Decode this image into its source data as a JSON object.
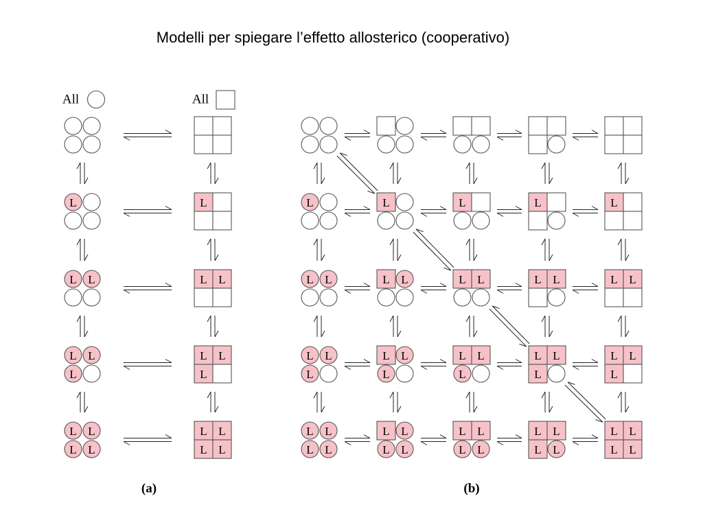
{
  "title": "Modelli per spiegare l’effetto allosterico (cooperativo)",
  "ligand_label": "L",
  "legend": {
    "circle_label": "All",
    "square_label": "All"
  },
  "panel_labels": {
    "a": "(a)",
    "b": "(b)"
  },
  "colors": {
    "bound_fill": "#f6c2c8",
    "stroke": "#555555"
  },
  "panel_a": {
    "rows": [
      {
        "bound": [
          0,
          0,
          0,
          0
        ]
      },
      {
        "bound": [
          1,
          0,
          0,
          0
        ]
      },
      {
        "bound": [
          1,
          1,
          0,
          0
        ]
      },
      {
        "bound": [
          1,
          1,
          1,
          0
        ]
      },
      {
        "bound": [
          1,
          1,
          1,
          1
        ]
      }
    ]
  },
  "panel_b": {
    "columns_square_subunits": [
      0,
      1,
      2,
      3,
      4
    ],
    "rows_bound_ligands": [
      0,
      1,
      2,
      3,
      4
    ],
    "diagonal_links": [
      [
        0,
        0
      ],
      [
        1,
        1
      ],
      [
        2,
        2
      ],
      [
        3,
        3
      ]
    ]
  }
}
